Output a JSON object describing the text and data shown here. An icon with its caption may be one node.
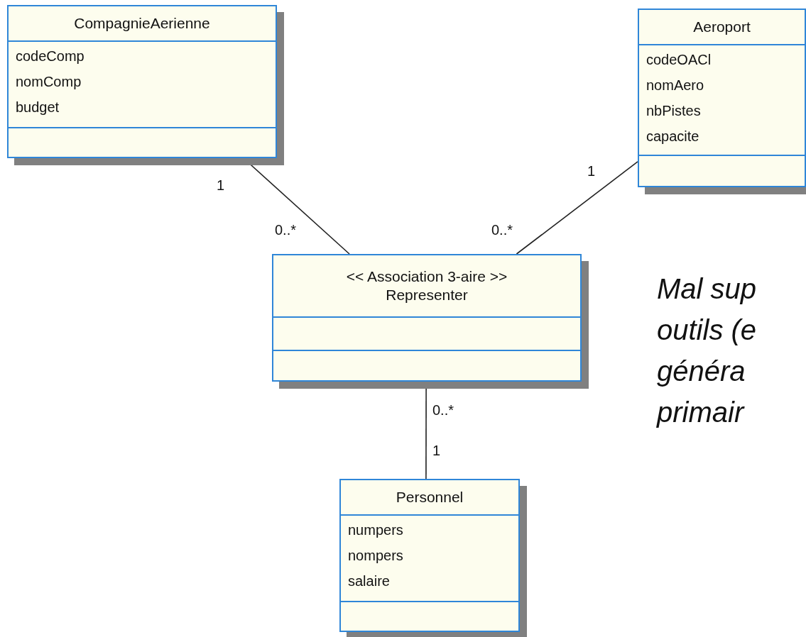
{
  "diagram": {
    "nodes": [
      {
        "text": [
          "CompagnieAerienne",
          "codeComp",
          "nomComp",
          "budget"
        ]
      },
      {
        "text": [
          "Aeroport",
          "codeOACl",
          "nomAero",
          "nbPistes",
          "capacite"
        ]
      },
      {
        "text": [
          "<< Association 3-aire >>",
          "Representer"
        ]
      },
      {
        "text": [
          "Personnel",
          "numpers",
          "nompers",
          "salaire"
        ]
      }
    ],
    "edges": [
      {
        "from": 0,
        "to": 2,
        "arrow": "none"
      },
      {
        "from": 1,
        "to": 2,
        "arrow": "none"
      },
      {
        "from": 2,
        "to": 3,
        "arrow": "none"
      }
    ],
    "labels": [
      "1",
      "1",
      "0..*",
      "0..*",
      "Mal sup",
      "outils (e",
      "généra",
      "primair",
      "0..*",
      "1"
    ]
  }
}
